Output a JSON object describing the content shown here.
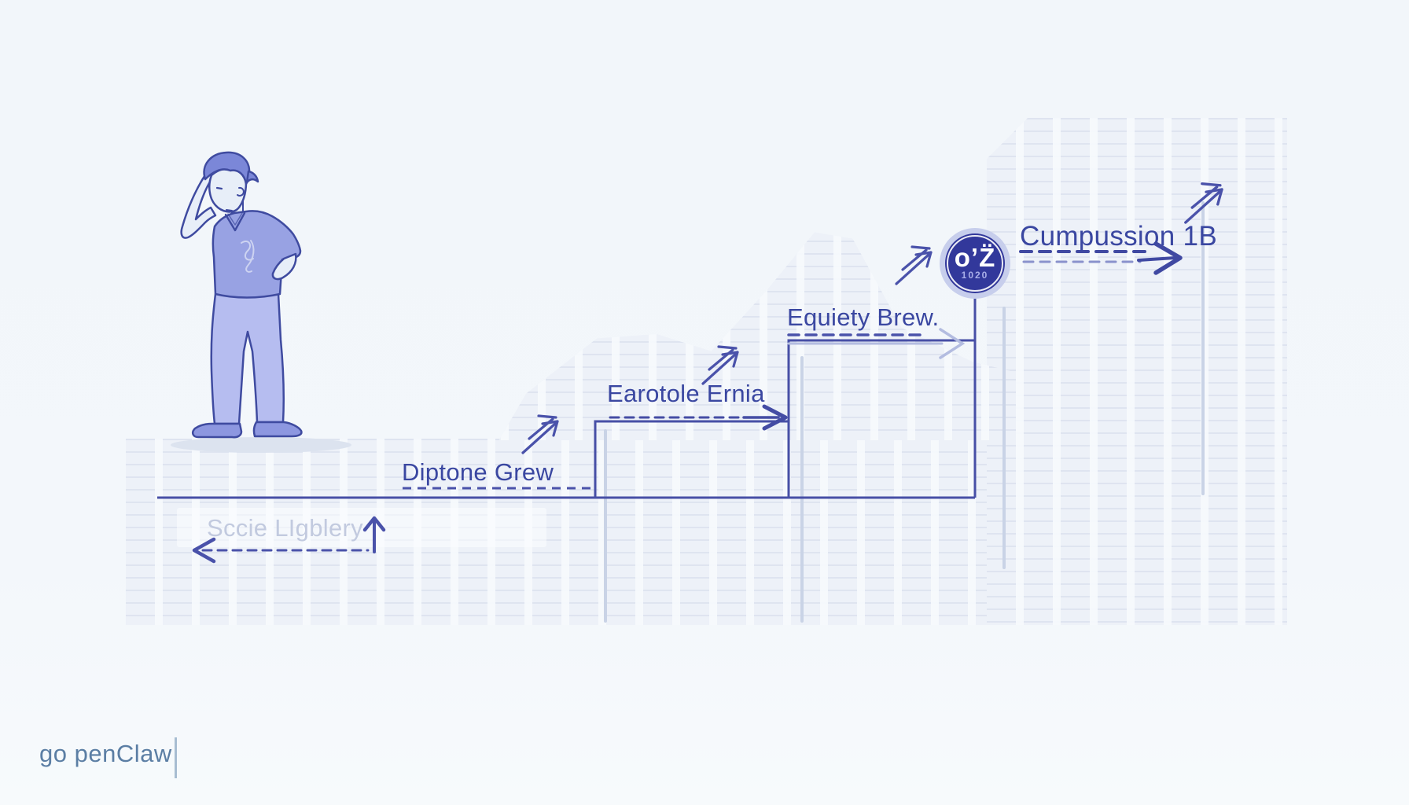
{
  "branding": {
    "logo_text": "go penClaw"
  },
  "diagram": {
    "steps": [
      {
        "label": "Diptone Grew",
        "arrow": "dashed-line-right"
      },
      {
        "label": "Earotole Ernia",
        "arrow": "dashed-arrow-right"
      },
      {
        "label": "Equiety Brew.",
        "arrow": "dashed-arrow-right-light-head"
      },
      {
        "label": "Cumpussion 1B",
        "arrow": "double-dashed-arrow-right"
      }
    ],
    "baseline_note": {
      "label": "Sccie LIgblery",
      "arrow": "dashed-arrow-left-with-up-arrow"
    },
    "badge": {
      "main": "o’Z̈",
      "sub": "1020"
    },
    "icons": [
      "sketch-up-right-arrow-icon",
      "coin-badge",
      "thinking-person-illustration"
    ],
    "colors": {
      "background": "#f3f6fa",
      "ink": "#474fa6",
      "label_text": "#3a47a1",
      "muted_label": "#c2cadf",
      "light_arrow": "#b3bce0",
      "faint_guide": "#c9d3e6",
      "badge_disc": "#32389b",
      "badge_ring": "#c7ceec",
      "logo_text_color": "#5b7ea4"
    }
  }
}
